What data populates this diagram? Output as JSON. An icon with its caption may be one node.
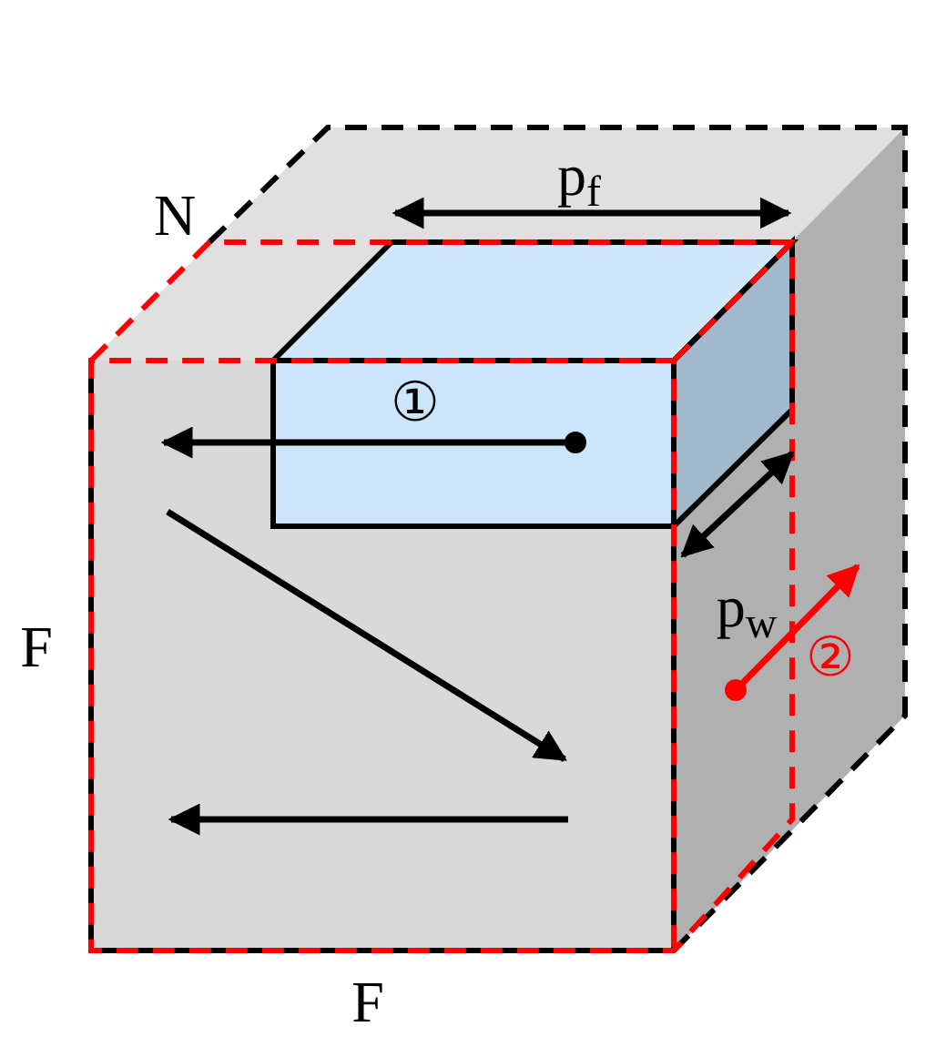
{
  "diagram": {
    "labels": [
      "N",
      "p$_{f}$",
      "①",
      "p$_{w}$",
      "②",
      "F",
      "F"
    ]
  }
}
